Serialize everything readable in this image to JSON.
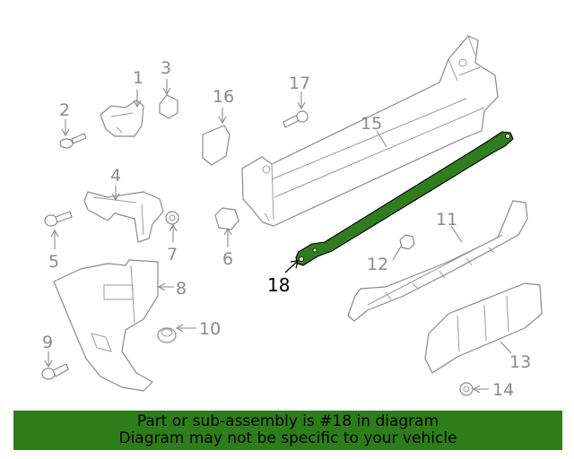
{
  "labels": {
    "p1": "1",
    "p2": "2",
    "p3": "3",
    "p4": "4",
    "p5": "5",
    "p6": "6",
    "p7": "7",
    "p8": "8",
    "p9": "9",
    "p10": "10",
    "p11": "11",
    "p12": "12",
    "p13": "13",
    "p14": "14",
    "p15": "15",
    "p16": "16",
    "p17": "17",
    "p18": "18"
  },
  "banner": {
    "line1": "Part or sub-assembly is #18 in diagram",
    "line2": "Diagram may not be specific to your vehicle",
    "background": "#2d7d1a"
  },
  "colors": {
    "highlight": "#2f7d1e",
    "line": "#8a8a8a"
  }
}
